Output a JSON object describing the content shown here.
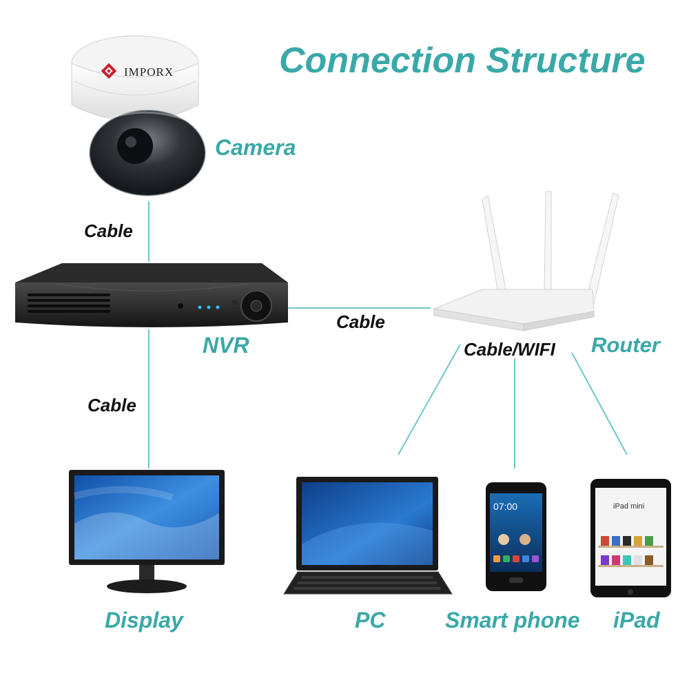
{
  "title": "Connection Structure",
  "brand": {
    "logo_text": "IMPORX"
  },
  "devices": {
    "camera": "Camera",
    "nvr": "NVR",
    "router": "Router",
    "display": "Display",
    "pc": "PC",
    "smartphone": "Smart phone",
    "ipad": "iPad"
  },
  "connections": {
    "camera_nvr": "Cable",
    "nvr_router": "Cable",
    "nvr_display": "Cable",
    "router_clients": "Cable/WIFI"
  },
  "screens": {
    "phone_clock": "07:00",
    "ipad_title": "iPad mini"
  },
  "colors": {
    "label_teal": "#3aa8a8",
    "line": "#6ec7cc",
    "text_dark": "#111111"
  }
}
